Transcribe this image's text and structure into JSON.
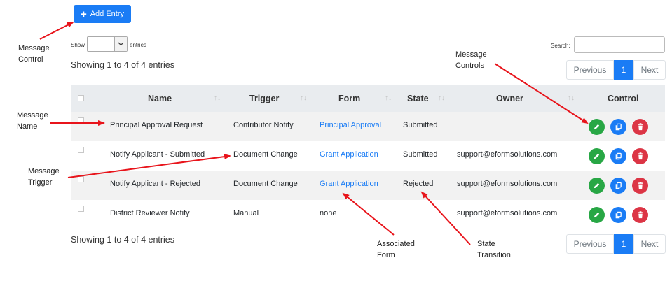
{
  "toolbar": {
    "add_label": "Add Entry"
  },
  "length_menu": {
    "show_label": "Show",
    "entries_label": "entries",
    "selected": ""
  },
  "info": {
    "text": "Showing 1 to 4 of 4 entries"
  },
  "search": {
    "label": "Search:",
    "value": ""
  },
  "pagination": {
    "previous": "Previous",
    "current": "1",
    "next": "Next"
  },
  "table": {
    "headers": [
      "Name",
      "Trigger",
      "Form",
      "State",
      "Owner",
      "Control"
    ],
    "rows": [
      {
        "name": "Principal Approval Request",
        "trigger": "Contributor Notify",
        "form": "Principal Approval",
        "form_is_link": true,
        "state": "Submitted",
        "owner": ""
      },
      {
        "name": "Notify Applicant - Submitted",
        "trigger": "Document Change",
        "form": "Grant Application",
        "form_is_link": true,
        "state": "Submitted",
        "owner": "support@eformsolutions.com"
      },
      {
        "name": "Notify Applicant - Rejected",
        "trigger": "Document Change",
        "form": "Grant Application",
        "form_is_link": true,
        "state": "Rejected",
        "owner": "support@eformsolutions.com"
      },
      {
        "name": "District Reviewer Notify",
        "trigger": "Manual",
        "form": "none",
        "form_is_link": false,
        "state": "",
        "owner": "support@eformsolutions.com"
      }
    ]
  },
  "annotations": {
    "message_control": [
      "Message",
      "Control"
    ],
    "message_controls": [
      "Message",
      "Controls"
    ],
    "message_name": [
      "Message",
      "Name"
    ],
    "message_trigger": [
      "Message",
      "Trigger"
    ],
    "associated_form": [
      "Associated",
      "Form"
    ],
    "state_transition": [
      "State",
      "Transition"
    ]
  },
  "colors": {
    "primary": "#1a7cf5",
    "edit": "#28a745",
    "delete": "#dc3545",
    "annotation_arrow": "#e8141b"
  },
  "icons": [
    "plus-icon",
    "chevron-down-icon",
    "pencil-icon",
    "copy-icon",
    "trash-icon",
    "sort-icon"
  ]
}
